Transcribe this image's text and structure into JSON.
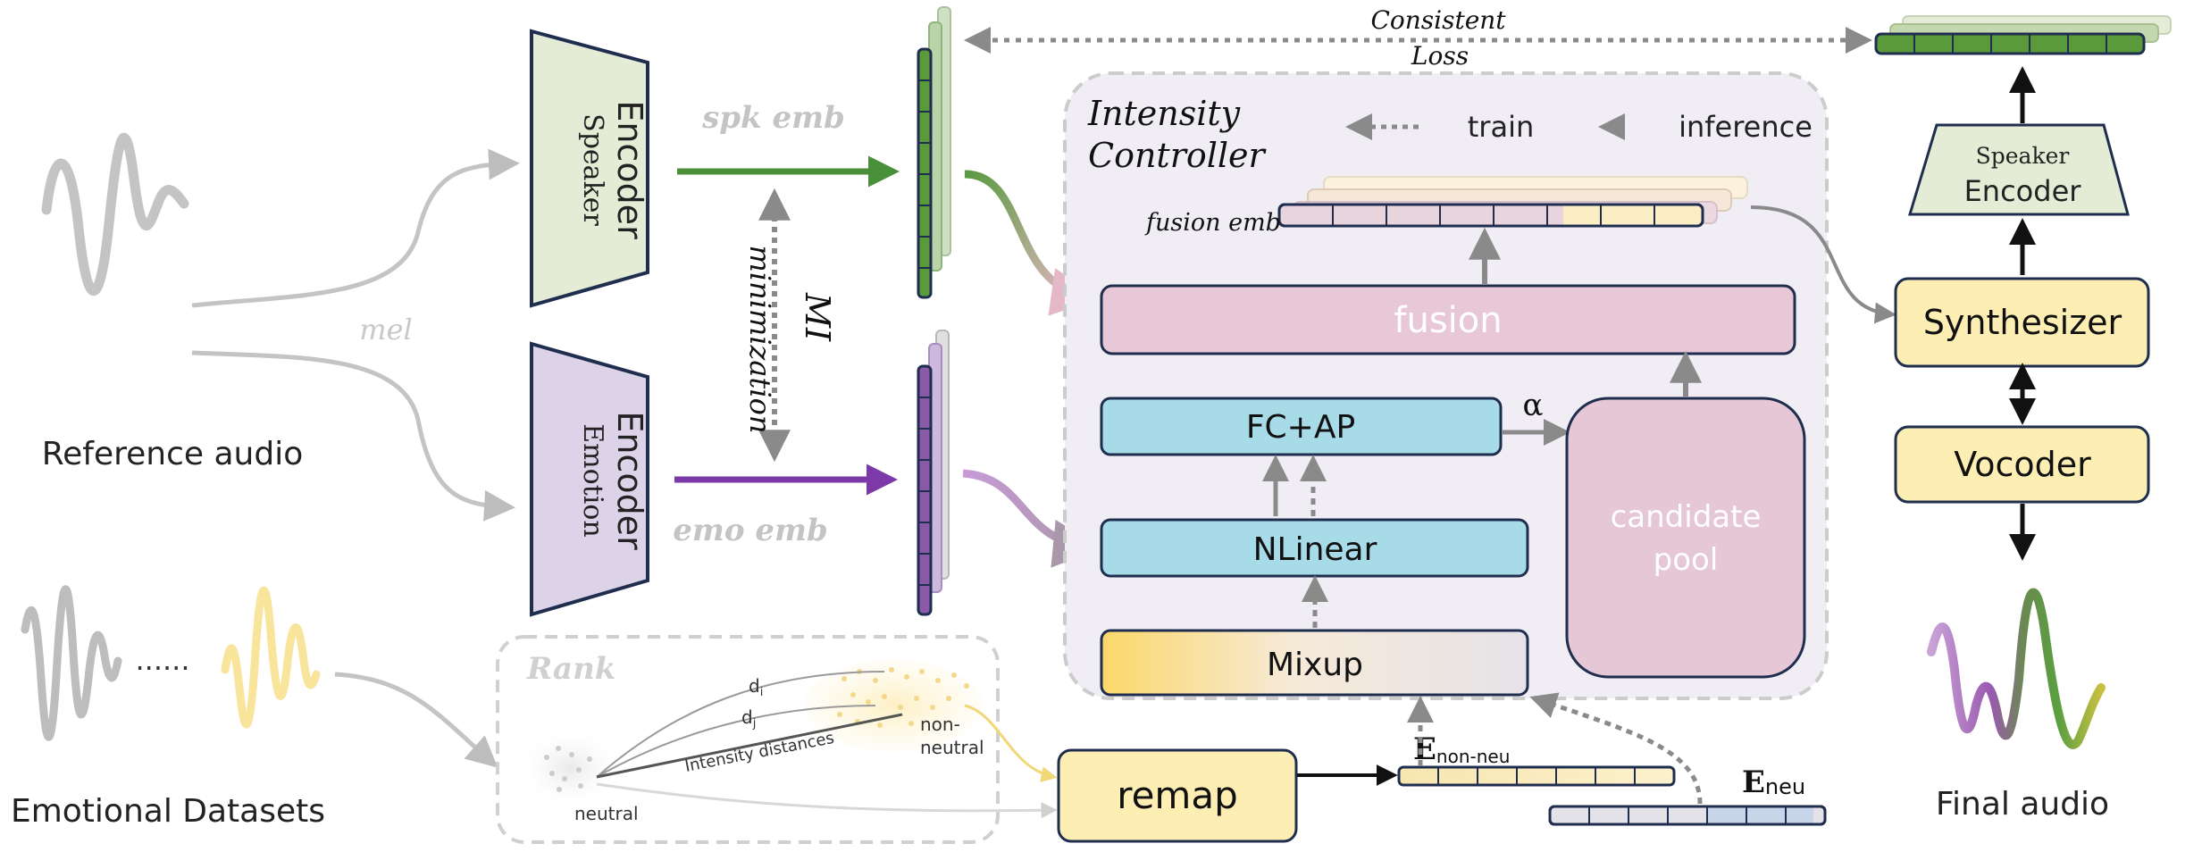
{
  "reference_audio": {
    "label": "Reference audio",
    "mel_label": "mel"
  },
  "emotional_datasets": {
    "label": "Emotional Datasets",
    "dots": "......"
  },
  "speaker_encoder": {
    "line1": "Speaker",
    "line2": "Encoder",
    "output": "spk emb"
  },
  "emotion_encoder": {
    "line1": "Emotion",
    "line2": "Encoder",
    "output": "emo emb"
  },
  "mi": {
    "title": "MI",
    "subtitle": "minimization"
  },
  "consistent_loss": {
    "line1": "Consistent",
    "line2": "Loss"
  },
  "intensity_controller": {
    "title_line1": "Intensity",
    "title_line2": "Controller",
    "legend_train": "train",
    "legend_inference": "inference",
    "fusion_emb": "fusion emb",
    "fusion": "fusion",
    "fcap": "FC+AP",
    "alpha": "α",
    "nlinear": "NLinear",
    "mixup": "Mixup",
    "candidate_line1": "candidate",
    "candidate_line2": "pool"
  },
  "rank": {
    "title": "Rank",
    "di": "d",
    "di_sub": "i",
    "dj": "d",
    "dj_sub": "j",
    "intensity_distances": "Intensity distances",
    "non_line1": "non-",
    "non_line2": "neutral",
    "neutral": "neutral"
  },
  "remap": {
    "label": "remap"
  },
  "e_non_neu": {
    "symbol": "E",
    "sub": "non-neu"
  },
  "e_neu": {
    "symbol": "E",
    "sub": "neu"
  },
  "right_column": {
    "speaker_line1": "Speaker",
    "speaker_line2": "Encoder",
    "synthesizer": "Synthesizer",
    "vocoder": "Vocoder",
    "final_audio": "Final audio"
  },
  "colors": {
    "speaker_fill": "#e4ecd6",
    "emotion_fill": "#ddd3e8",
    "encoder_border": "#1f2d4e",
    "spk_arrow": "#4a8f3a",
    "emo_arrow": "#7b3aa8",
    "controller_bg": "#f0edf5",
    "fusion_fill": "#e8c8d6",
    "blue_fill": "#a8dbe8",
    "candidate_fill": "#e6c7d5",
    "yellow_fill": "#fdeeb4",
    "gray_line": "#bdbdbd",
    "dark_gray": "#8a8a8a"
  }
}
